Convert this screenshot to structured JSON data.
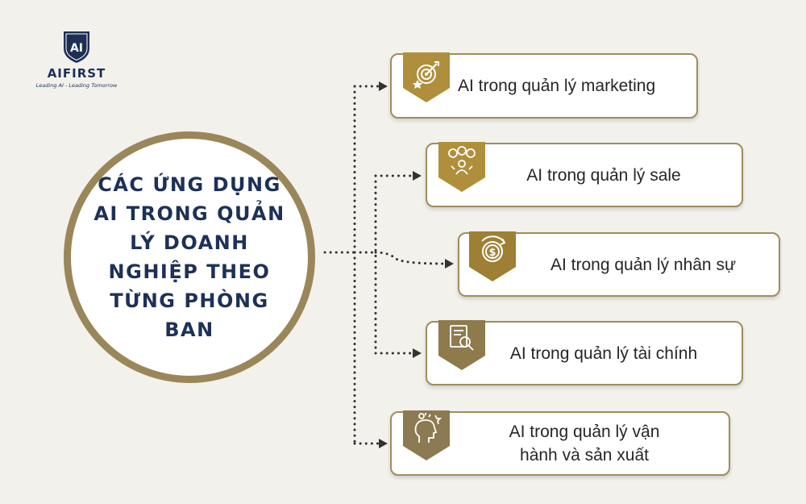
{
  "logo": {
    "mark": "AI",
    "name": "AIFIRST",
    "tagline": "Leading AI - Leading Tomorrow"
  },
  "center": {
    "title": "CÁC ỨNG DỤNG AI TRONG QUẢN LÝ DOANH NGHIỆP THEO TỪNG PHÒNG BAN"
  },
  "items": [
    {
      "label": "AI trong quản lý marketing",
      "icon": "target-icon"
    },
    {
      "label": "AI trong quản lý sale",
      "icon": "sales-team-icon"
    },
    {
      "label": "AI trong quản lý nhân sự",
      "icon": "money-gear-icon"
    },
    {
      "label": "AI trong quản lý tài chính",
      "icon": "document-magnifier-icon"
    },
    {
      "label": "AI trong quản lý vận hành và sản xuất",
      "icon": "head-lightbulb-icon"
    }
  ],
  "colors": {
    "background": "#f3f1ec",
    "gold": "#9a8759",
    "navy": "#1d3157",
    "dots": "#333333"
  }
}
